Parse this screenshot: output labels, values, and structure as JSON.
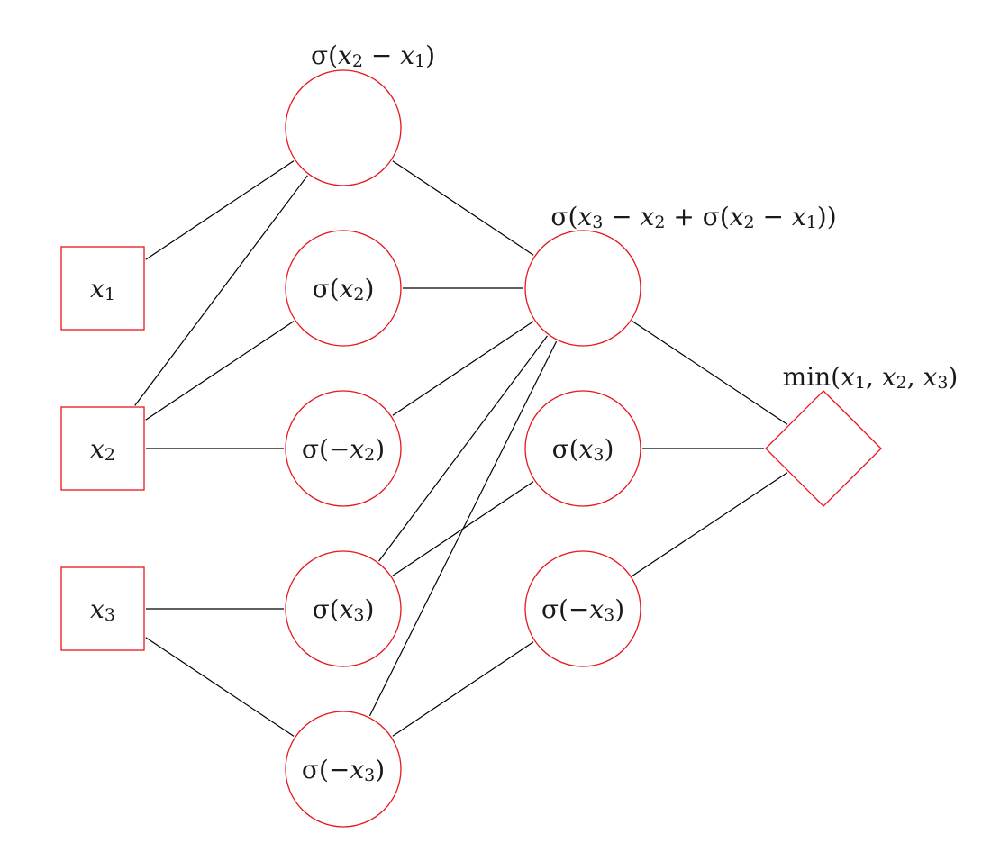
{
  "colors": {
    "node_stroke": "#e8141a",
    "edge": "#000000",
    "text": "#1a1a1a"
  },
  "inputs": [
    {
      "id": "x1",
      "label": [
        [
          "x",
          "1"
        ]
      ]
    },
    {
      "id": "x2",
      "label": [
        [
          "x",
          "2"
        ]
      ]
    },
    {
      "id": "x3",
      "label": [
        [
          "x",
          "3"
        ]
      ]
    }
  ],
  "hidden1": [
    {
      "id": "h_x2_minus_x1",
      "label": [],
      "annotation": "σ(x₂ − x₁)"
    },
    {
      "id": "h_sig_x2",
      "label": [
        "σ(",
        [
          "x",
          "2"
        ],
        ")"
      ]
    },
    {
      "id": "h_sig_neg_x2",
      "label": [
        "σ(−",
        [
          "x",
          "2"
        ],
        ")"
      ]
    },
    {
      "id": "h_sig_x3",
      "label": [
        "σ(",
        [
          "x",
          "3"
        ],
        ")"
      ]
    },
    {
      "id": "h_sig_neg_x3",
      "label": [
        "σ(−",
        [
          "x",
          "3"
        ],
        ")"
      ]
    }
  ],
  "hidden2": [
    {
      "id": "h2_combo",
      "label": [],
      "annotation": "σ(x₃ − x₂ + σ(x₂ − x₁))"
    },
    {
      "id": "h2_sig_x3",
      "label": [
        "σ(",
        [
          "x",
          "3"
        ],
        ")"
      ]
    },
    {
      "id": "h2_sig_neg_x3",
      "label": [
        "σ(−",
        [
          "x",
          "3"
        ],
        ")"
      ]
    }
  ],
  "output": {
    "id": "out_min",
    "label": [],
    "annotation": "min(x₁, x₂, x₃)"
  },
  "annotations": {
    "h_x2_minus_x1": [
      "σ(",
      [
        "x",
        "2"
      ],
      " − ",
      [
        "x",
        "1"
      ],
      ")"
    ],
    "h2_combo": [
      "σ(",
      [
        "x",
        "3"
      ],
      " − ",
      [
        "x",
        "2"
      ],
      " + σ(",
      [
        "x",
        "2"
      ],
      " − ",
      [
        "x",
        "1"
      ],
      "))"
    ],
    "out_min": [
      "min(",
      [
        "x",
        "1"
      ],
      ", ",
      [
        "x",
        "2"
      ],
      ", ",
      [
        "x",
        "3"
      ],
      ")"
    ]
  },
  "edges": [
    [
      "x1",
      "h_x2_minus_x1"
    ],
    [
      "x2",
      "h_x2_minus_x1"
    ],
    [
      "x2",
      "h_sig_x2"
    ],
    [
      "x2",
      "h_sig_neg_x2"
    ],
    [
      "x3",
      "h_sig_x3"
    ],
    [
      "x3",
      "h_sig_neg_x3"
    ],
    [
      "h_x2_minus_x1",
      "h2_combo"
    ],
    [
      "h_sig_x2",
      "h2_combo"
    ],
    [
      "h_sig_neg_x2",
      "h2_combo"
    ],
    [
      "h_sig_x3",
      "h2_combo"
    ],
    [
      "h_sig_neg_x3",
      "h2_combo"
    ],
    [
      "h_sig_x3",
      "h2_sig_x3"
    ],
    [
      "h_sig_neg_x3",
      "h2_sig_neg_x3"
    ],
    [
      "h2_combo",
      "out_min"
    ],
    [
      "h2_sig_x3",
      "out_min"
    ],
    [
      "h2_sig_neg_x3",
      "out_min"
    ]
  ]
}
